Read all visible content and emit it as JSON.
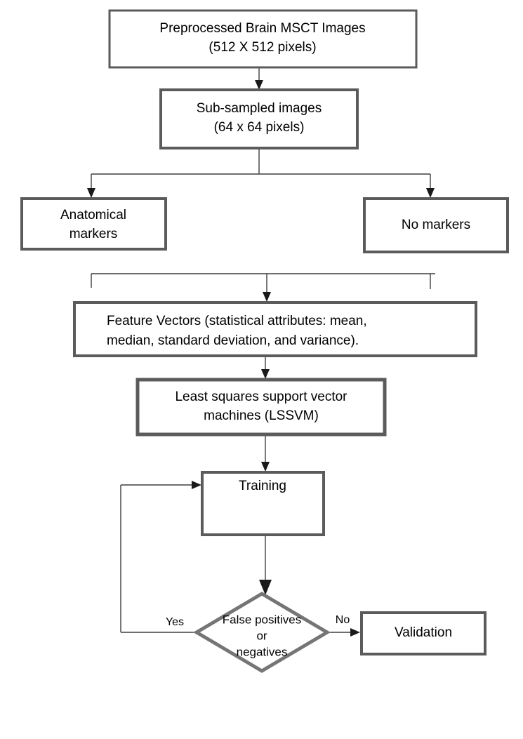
{
  "diagram": {
    "title": "Brain MSCT image classification flowchart",
    "colors": {
      "box_border": "#5b5b5b",
      "diamond_border": "#757575",
      "connector": "#3f3f3f",
      "background": "#ffffff",
      "text": "#000000"
    }
  },
  "nodes": {
    "preprocessed_images": {
      "shape": "rectangle",
      "line1": "Preprocessed Brain MSCT Images",
      "line2": "(512 X 512 pixels)"
    },
    "subsampled_images": {
      "shape": "rectangle",
      "line1": "Sub-sampled images",
      "line2": "(64 x 64 pixels)"
    },
    "anatomical_markers": {
      "shape": "rectangle",
      "line1": "Anatomical",
      "line2": "markers"
    },
    "no_markers": {
      "shape": "rectangle",
      "line1": "No markers"
    },
    "feature_vectors": {
      "shape": "rectangle",
      "line1": "Feature Vectors (statistical attributes: mean,",
      "line2": "median, standard deviation, and variance)."
    },
    "lssvm": {
      "shape": "rectangle",
      "line1": "Least squares  support vector",
      "line2": "machines  (LSSVM)"
    },
    "training": {
      "shape": "rectangle",
      "line1": "Training"
    },
    "decision": {
      "shape": "diamond",
      "line1": "False positives",
      "line2": "or",
      "line3": "negatives"
    },
    "validation": {
      "shape": "rectangle",
      "line1": "Validation"
    }
  },
  "edges": {
    "yes_label": "Yes",
    "no_label": "No"
  }
}
